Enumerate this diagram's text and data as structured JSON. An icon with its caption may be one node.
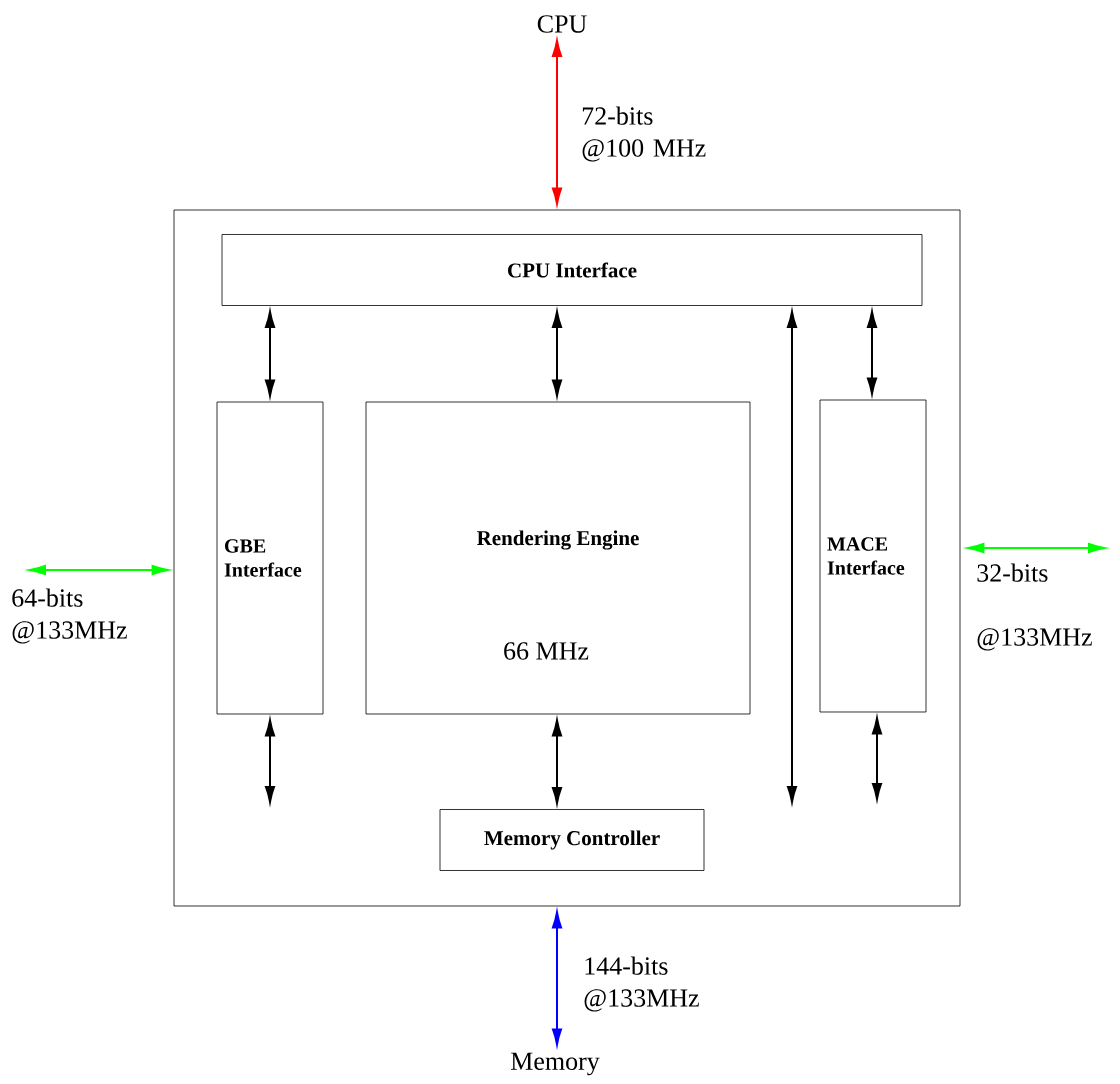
{
  "diagram": {
    "nodes": [
      {
        "text": [
          "CPU"
        ]
      },
      {
        "text": [],
        "shape": "box"
      },
      {
        "text": [
          "CPU Interface"
        ],
        "in": 1
      },
      {
        "text": [
          "GBE Interface"
        ],
        "in": 1
      },
      {
        "text": [
          "Rendering Engine",
          "66 MHz"
        ],
        "in": 1
      },
      {
        "text": [
          "MACE Interface"
        ],
        "in": 1
      },
      {
        "text": [
          "Memory Controller"
        ],
        "in": 1
      },
      {
        "text": [
          "Memory"
        ]
      }
    ],
    "edges": [
      {
        "from": 0,
        "to": 1,
        "arrow": "both",
        "label": "72-bits @100 MHz",
        "color": "#ff0000"
      },
      {
        "from": 1,
        "to": 7,
        "arrow": "both",
        "label": "144-bits @133MHz",
        "color": "#0000ff"
      },
      {
        "from": null,
        "to": 1,
        "arrow": "both",
        "label": "64-bits @133MHz",
        "color": "#00ff00"
      },
      {
        "from": 1,
        "to": null,
        "arrow": "both",
        "label": "32-bits @133MHz",
        "color": "#00ff00"
      },
      {
        "from": 2,
        "to": 3,
        "arrow": "both"
      },
      {
        "from": 2,
        "to": 4,
        "arrow": "both"
      },
      {
        "from": 2,
        "to": 5,
        "arrow": "both"
      },
      {
        "from": 2,
        "to": null,
        "arrow": "both"
      },
      {
        "from": 3,
        "to": null,
        "arrow": "both"
      },
      {
        "from": 4,
        "to": 6,
        "arrow": "both"
      },
      {
        "from": 5,
        "to": null,
        "arrow": "both"
      }
    ]
  }
}
